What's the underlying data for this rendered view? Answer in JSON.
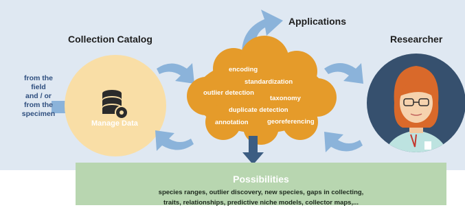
{
  "diagram": {
    "source_text": {
      "line1": "from the",
      "line2": "field",
      "line3": "and / or",
      "line4": "from the",
      "line5": "specimen"
    },
    "catalog": {
      "title": "Collection Catalog",
      "node_label": "Manage Data",
      "icon": "database-gear-icon"
    },
    "applications": {
      "title": "Applications",
      "items": {
        "encoding": "encoding",
        "standardization": "standardization",
        "outlier_detection": "outlier detection",
        "taxonomy": "taxonomy",
        "duplicate_detection": "duplicate detection",
        "annotation": "annotation",
        "georeferencing": "georeferencing"
      }
    },
    "researcher": {
      "title": "Researcher",
      "icon": "researcher-avatar-icon"
    },
    "possibilities": {
      "title": "Possibilities",
      "line1": "species ranges, outlier discovery, new species, gaps in collecting,",
      "line2": "traits, relationships, predictive niche models, collector maps,..."
    },
    "colors": {
      "panel": "#dfe8f2",
      "catalog_circle": "#f9dea6",
      "cloud": "#e59b2a",
      "researcher_circle": "#36506e",
      "arrows": "#8bb3da",
      "possibilities_box": "#b8d6b0",
      "down_arrow": "#3c5d82"
    }
  }
}
